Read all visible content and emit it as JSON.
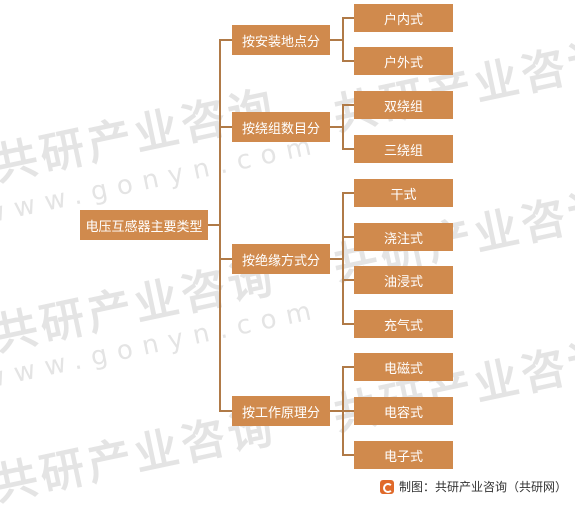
{
  "root": {
    "label": "电压互感器主要类型"
  },
  "groups": [
    {
      "label": "按安装地点分",
      "children": [
        "户内式",
        "户外式"
      ]
    },
    {
      "label": "按绕组数目分",
      "children": [
        "双绕组",
        "三绕组"
      ]
    },
    {
      "label": "按绝缘方式分",
      "children": [
        "干式",
        "浇注式",
        "油浸式",
        "充气式"
      ]
    },
    {
      "label": "按工作原理分",
      "children": [
        "电磁式",
        "电容式",
        "电子式"
      ]
    }
  ],
  "footer": {
    "text": "制图：共研产业咨询（共研网）"
  },
  "watermark": {
    "cn": "共研产业咨询",
    "en": "www.gonyn.com"
  },
  "colors": {
    "box": "#d08a4d",
    "line": "#b07a47",
    "text": "#ffffff"
  }
}
